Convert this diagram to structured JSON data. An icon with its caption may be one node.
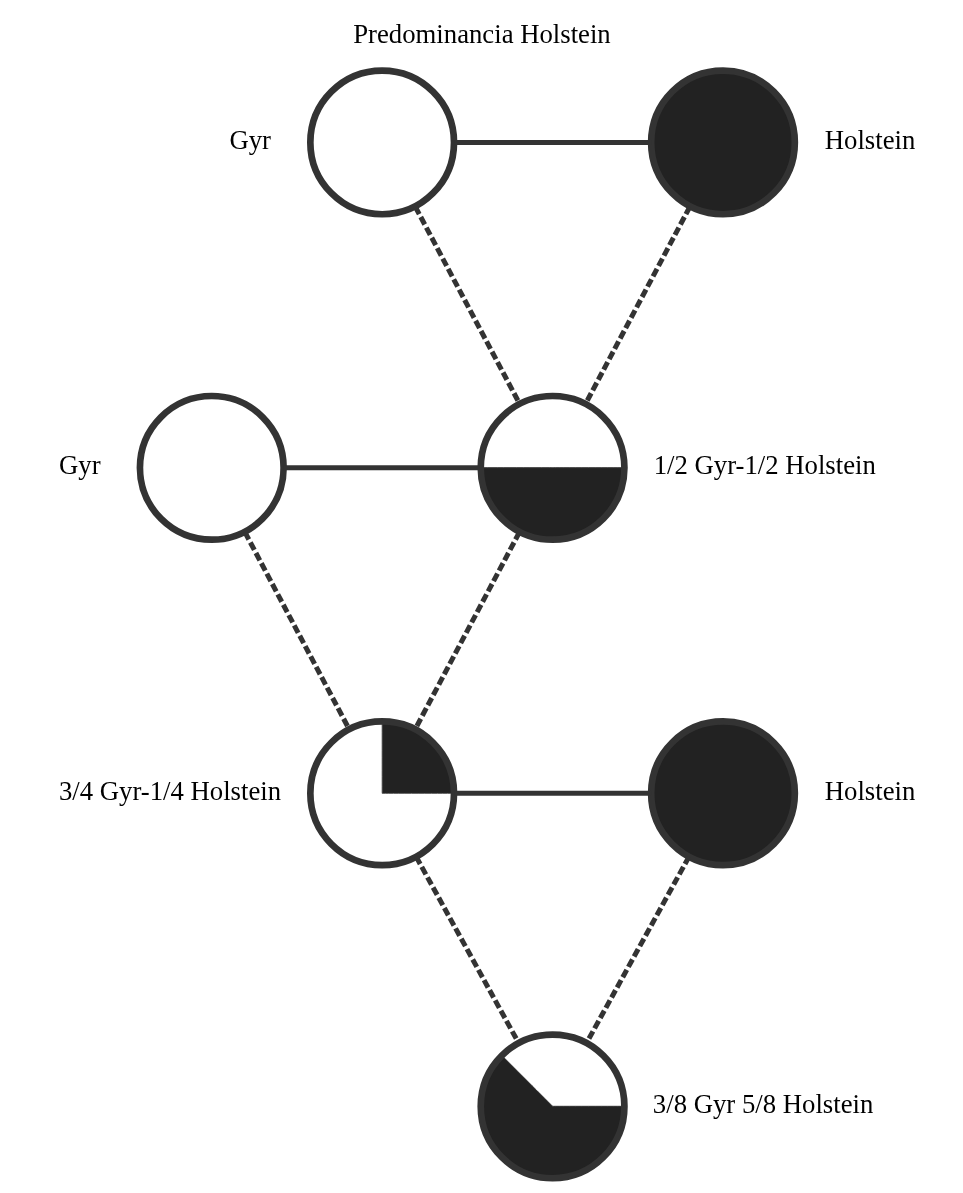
{
  "diagram": {
    "title": "Predominancia Holstein",
    "nodes": [
      {
        "text": [],
        "shape": "circle",
        "beside": [
          "Gyr"
        ]
      },
      {
        "text": [],
        "shape": "circle",
        "beside": [
          "Holstein"
        ]
      },
      {
        "text": [],
        "shape": "circle",
        "beside": [
          "1/2 Gyr-1/2 Holstein"
        ]
      },
      {
        "text": [],
        "shape": "circle",
        "beside": [
          "Gyr"
        ]
      },
      {
        "text": [],
        "shape": "circle",
        "beside": [
          "3/4 Gyr-1/4 Holstein"
        ]
      },
      {
        "text": [],
        "shape": "circle",
        "beside": [
          "Holstein"
        ]
      },
      {
        "text": [],
        "shape": "circle",
        "beside": [
          "3/8 Gyr 5/8 Holstein"
        ]
      }
    ],
    "edges": [
      {
        "from": 0,
        "to": 1,
        "arrow": "none"
      },
      {
        "from": 0,
        "to": 2,
        "arrow": "none",
        "style": "dashed"
      },
      {
        "from": 1,
        "to": 2,
        "arrow": "none",
        "style": "dashed"
      },
      {
        "from": 3,
        "to": 2,
        "arrow": "none"
      },
      {
        "from": 3,
        "to": 4,
        "arrow": "none",
        "style": "dashed"
      },
      {
        "from": 2,
        "to": 4,
        "arrow": "none",
        "style": "dashed"
      },
      {
        "from": 4,
        "to": 5,
        "arrow": "none"
      },
      {
        "from": 4,
        "to": 6,
        "arrow": "none",
        "style": "dashed"
      },
      {
        "from": 5,
        "to": 6,
        "arrow": "none",
        "style": "dashed"
      }
    ]
  }
}
